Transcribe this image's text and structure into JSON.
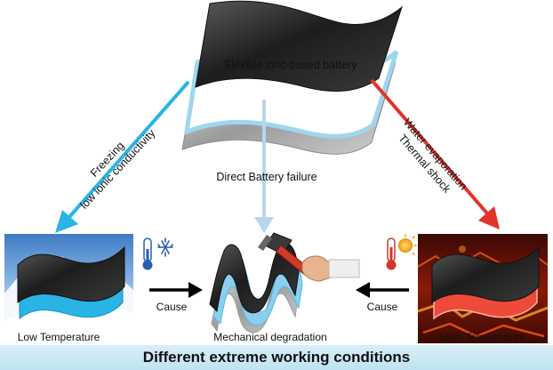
{
  "top_battery_label": "Flexible zinc-based battery",
  "left_arrow": {
    "line1": "Freezing",
    "line2": "low ionic conductivity"
  },
  "right_arrow": {
    "line1": "Water evaporation",
    "line2": "Thermal shock"
  },
  "center_arrow_label": "Direct Battery failure",
  "panels": {
    "low": "Low Temperature",
    "center": "Mechanical degradation",
    "high": "High Temperature"
  },
  "cause_left": "Cause",
  "cause_right": "Cause",
  "footer": "Different extreme working conditions",
  "colors": {
    "cold": "#2ab4e6",
    "hot": "#e0342a",
    "center_arrow": "#b8d6ec"
  },
  "icons": [
    "snowflake-icon",
    "cold-thermometer-icon",
    "sun-icon",
    "hot-thermometer-icon",
    "hammer-icon",
    "hand-icon"
  ]
}
